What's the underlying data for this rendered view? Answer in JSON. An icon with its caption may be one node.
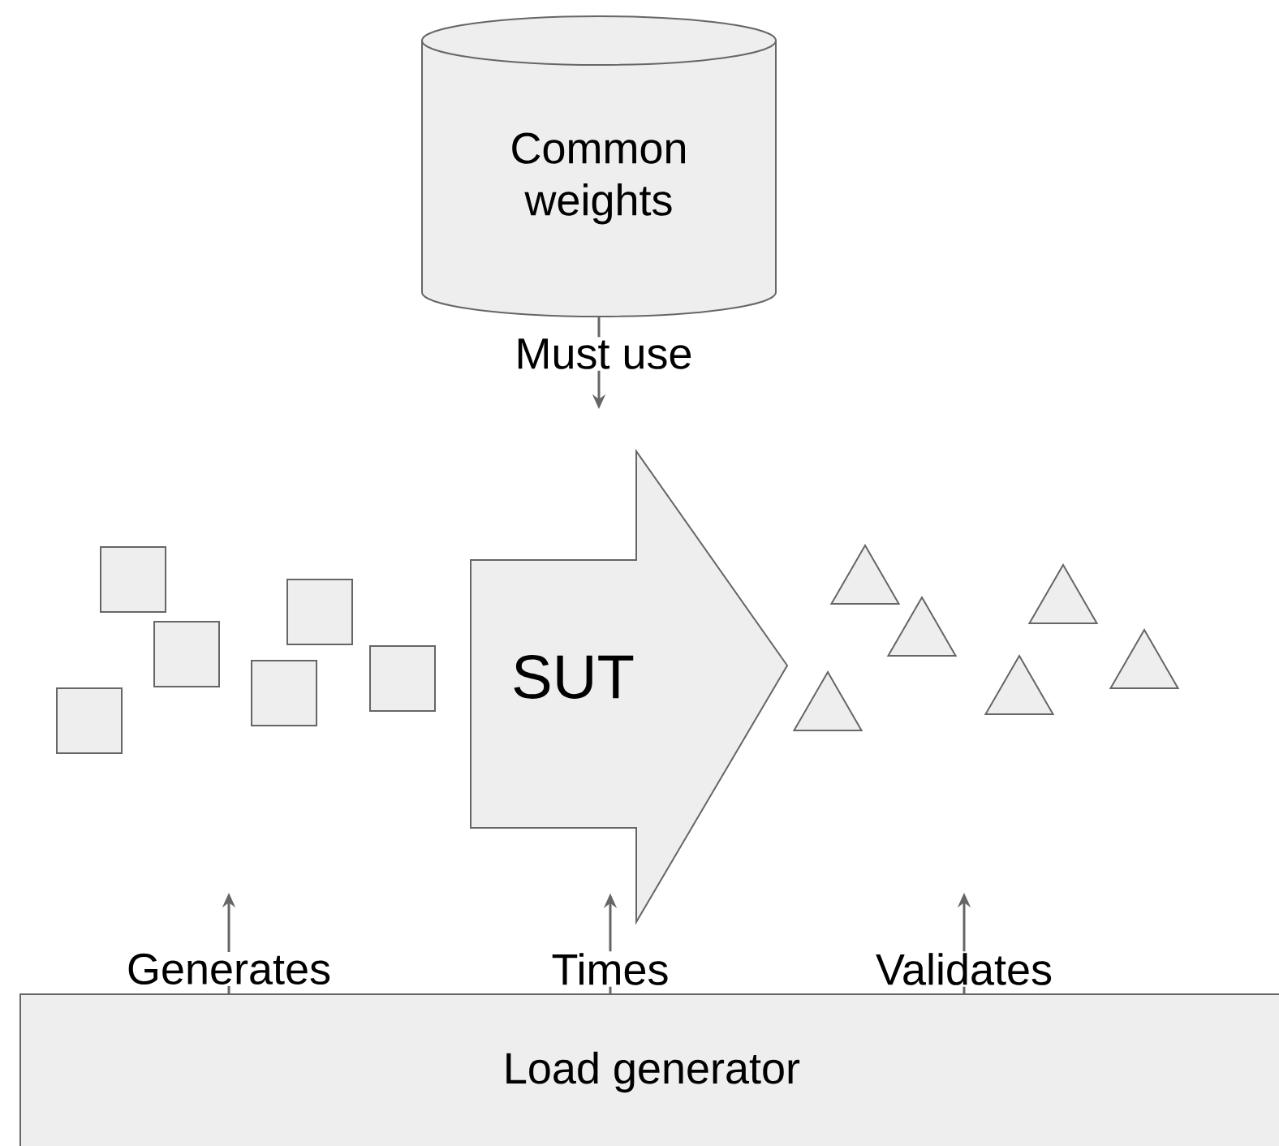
{
  "diagram": {
    "nodes": [
      {
        "text": [
          "Common weights"
        ]
      },
      {
        "text": [
          "SUT"
        ]
      },
      {
        "text": [
          "Load generator"
        ]
      },
      {
        "text": [],
        "shape": "box"
      },
      {
        "text": [],
        "shape": "box"
      },
      {
        "text": [],
        "shape": "box"
      },
      {
        "text": [],
        "shape": "box"
      },
      {
        "text": [],
        "shape": "box"
      },
      {
        "text": [],
        "shape": "box"
      },
      {
        "text": [],
        "shape": "triangle"
      },
      {
        "text": [],
        "shape": "triangle"
      },
      {
        "text": [],
        "shape": "triangle"
      },
      {
        "text": [],
        "shape": "triangle"
      },
      {
        "text": [],
        "shape": "triangle"
      },
      {
        "text": [],
        "shape": "triangle"
      }
    ],
    "edges": [
      {
        "from": 0,
        "to": 1,
        "arrow": "to",
        "label": "Must use"
      },
      {
        "from": 2,
        "to": null,
        "arrow": "to",
        "label": "Generates"
      },
      {
        "from": 2,
        "to": 1,
        "arrow": "to",
        "label": "Times"
      },
      {
        "from": 2,
        "to": null,
        "arrow": "to",
        "label": "Validates"
      }
    ]
  }
}
